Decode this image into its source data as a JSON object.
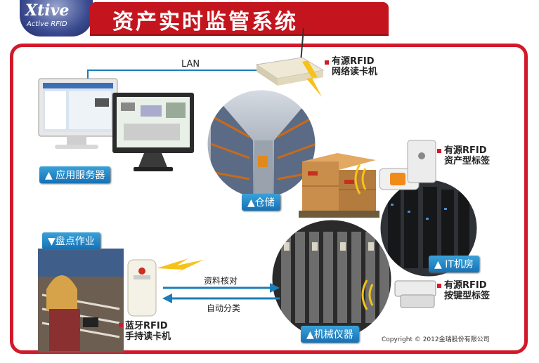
{
  "logo": {
    "main": "Xtive",
    "sub": "Active RFID"
  },
  "title": "资产实时监管系统",
  "lan_label": "LAN",
  "reader": {
    "line1": "有源RFID",
    "line2": "网络读卡机"
  },
  "asset_tag": {
    "line1": "有源RFID",
    "line2": "资产型标签"
  },
  "button_tag": {
    "line1": "有源RFID",
    "line2": "按键型标签"
  },
  "handheld": {
    "line1": "蓝牙RFID",
    "line2": "手持读卡机"
  },
  "labels": {
    "server": "▲ 应用服务器",
    "warehouse": "▲仓储",
    "it_room": "▲ IT机房",
    "inventory": "▼盘点作业",
    "machinery": "▲机械仪器"
  },
  "arrows": {
    "top": "资料核对",
    "bottom": "自动分类"
  },
  "copyright": "Copyright © 2012金瑞股份有限公司"
}
